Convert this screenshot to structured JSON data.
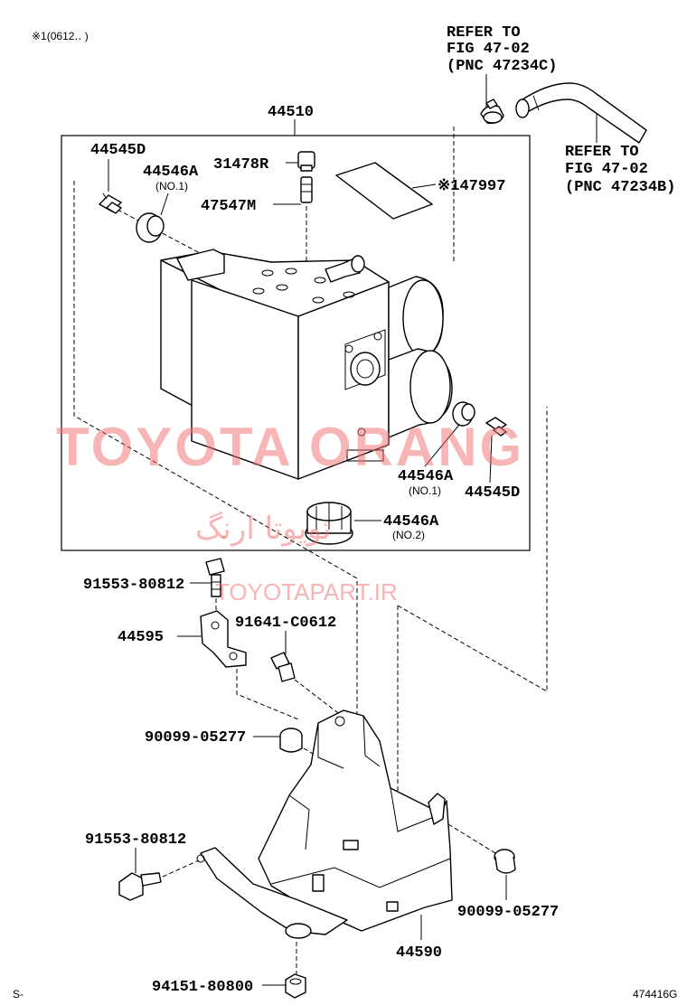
{
  "header_note": "※1(0612‥      )",
  "corner_left": "S-",
  "illustration_id": "474416G",
  "refer_1": {
    "line1": "REFER TO",
    "line2": "FIG 47-02",
    "line3": "(PNC 47234C)"
  },
  "refer_2": {
    "line1": "REFER TO",
    "line2": "FIG 47-02",
    "line3": "(PNC 47234B)"
  },
  "assembly_label": "44510",
  "parts": {
    "p44545D_top": "44545D",
    "p44546A_top": "44546A",
    "p44546A_top_sub": "(NO.1)",
    "p31478R": "31478R",
    "p47547M": "47547M",
    "p147997": "※147997",
    "p44546A_right": "44546A",
    "p44546A_right_sub": "(NO.1)",
    "p44545D_right": "44545D",
    "p44546A_bottom": "44546A",
    "p44546A_bottom_sub": "(NO.2)",
    "p91553_top": "91553-80812",
    "p44595": "44595",
    "p91641": "91641-C0612",
    "p90099_left": "90099-05277",
    "p91553_bottom": "91553-80812",
    "p90099_right": "90099-05277",
    "p44590": "44590",
    "p94151": "94151-80800"
  },
  "watermark": {
    "main": "TOYOTA ORANG",
    "persian": "تویوتا ارنگ",
    "url": "TOYOTAPART.IR"
  }
}
